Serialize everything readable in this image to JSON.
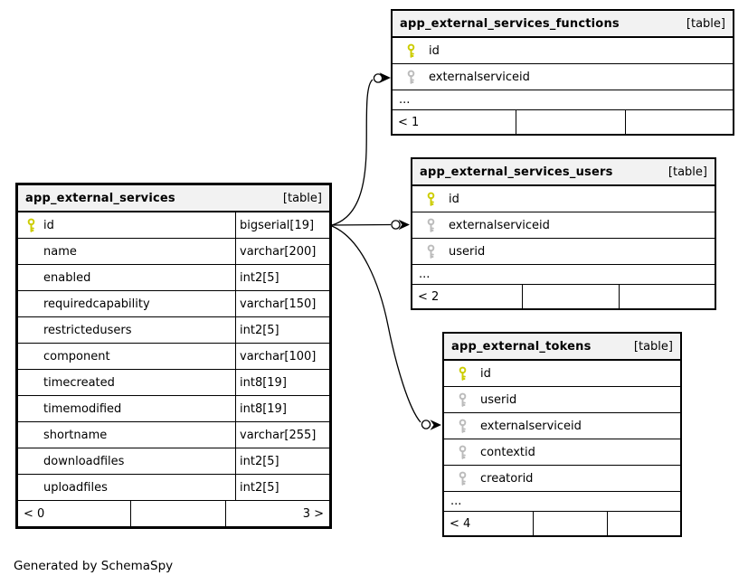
{
  "page": {
    "background": "#ffffff",
    "credit": "Generated by SchemaSpy"
  },
  "colors": {
    "primary_key_icon": "#cccc00",
    "foreign_key_icon": "#bbbbbb",
    "table_header_bg": "#f2f2f2",
    "border": "#000000",
    "relationship_line": "#000000"
  },
  "icons": {
    "primary_key": "key-icon",
    "foreign_key": "key-icon"
  },
  "tables": {
    "services": {
      "title": "app_external_services",
      "badge": "[table]",
      "columns": [
        {
          "name": "id",
          "type": "bigserial[19]",
          "key": "primary"
        },
        {
          "name": "name",
          "type": "varchar[200]"
        },
        {
          "name": "enabled",
          "type": "int2[5]"
        },
        {
          "name": "requiredcapability",
          "type": "varchar[150]"
        },
        {
          "name": "restrictedusers",
          "type": "int2[5]"
        },
        {
          "name": "component",
          "type": "varchar[100]"
        },
        {
          "name": "timecreated",
          "type": "int8[19]"
        },
        {
          "name": "timemodified",
          "type": "int8[19]"
        },
        {
          "name": "shortname",
          "type": "varchar[255]"
        },
        {
          "name": "downloadfiles",
          "type": "int2[5]"
        },
        {
          "name": "uploadfiles",
          "type": "int2[5]"
        }
      ],
      "footer": {
        "left": "< 0",
        "middle": "",
        "right": "3 >"
      }
    },
    "functions": {
      "title": "app_external_services_functions",
      "badge": "[table]",
      "columns": [
        {
          "name": "id",
          "key": "primary"
        },
        {
          "name": "externalserviceid",
          "key": "foreign"
        }
      ],
      "ellipsis": "...",
      "footer": {
        "left": "< 1",
        "middle": "",
        "right": ""
      }
    },
    "users": {
      "title": "app_external_services_users",
      "badge": "[table]",
      "columns": [
        {
          "name": "id",
          "key": "primary"
        },
        {
          "name": "externalserviceid",
          "key": "foreign"
        },
        {
          "name": "userid",
          "key": "foreign"
        }
      ],
      "ellipsis": "...",
      "footer": {
        "left": "< 2",
        "middle": "",
        "right": ""
      }
    },
    "tokens": {
      "title": "app_external_tokens",
      "badge": "[table]",
      "columns": [
        {
          "name": "id",
          "key": "primary"
        },
        {
          "name": "userid",
          "key": "foreign"
        },
        {
          "name": "externalserviceid",
          "key": "foreign"
        },
        {
          "name": "contextid",
          "key": "foreign"
        },
        {
          "name": "creatorid",
          "key": "foreign"
        }
      ],
      "ellipsis": "...",
      "footer": {
        "left": "< 4",
        "middle": "",
        "right": ""
      }
    }
  },
  "relationships": [
    {
      "from": "app_external_services.id",
      "to": "app_external_services_functions.externalserviceid"
    },
    {
      "from": "app_external_services.id",
      "to": "app_external_services_users.externalserviceid"
    },
    {
      "from": "app_external_services.id",
      "to": "app_external_tokens.externalserviceid"
    }
  ]
}
